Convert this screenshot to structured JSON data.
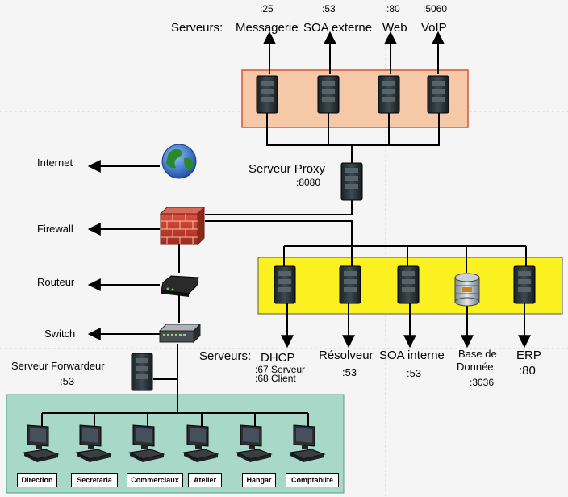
{
  "top_servers": {
    "group_label": "Serveurs:",
    "items": [
      {
        "name": "Messagerie",
        "port": ":25"
      },
      {
        "name": "SOA externe",
        "port": ":53"
      },
      {
        "name": "Web",
        "port": ":80"
      },
      {
        "name": "VoIP",
        "port": ":5060"
      }
    ]
  },
  "proxy": {
    "name": "Serveur Proxy",
    "port": ":8080"
  },
  "left_chain": [
    "Internet",
    "Firewall",
    "Routeur",
    "Switch"
  ],
  "forwarder": {
    "name": "Serveur Forwardeur",
    "port": ":53"
  },
  "internal_servers": {
    "group_label": "Serveurs:",
    "dhcp": {
      "name": "DHCP",
      "line1": ":67 Serveur",
      "line2": ":68 Client"
    },
    "resolveur": {
      "name": "Résolveur",
      "port": ":53"
    },
    "soa_interne": {
      "name": "SOA interne",
      "port": ":53"
    },
    "bdd": {
      "name_line1": "Base de",
      "name_line2": "Donnée",
      "port": ":3036"
    },
    "erp": {
      "name": "ERP",
      "port": ":80"
    }
  },
  "workstations": [
    "Direction",
    "Secretaria",
    "Commerciaux",
    "Atelier",
    "Hangar",
    "Comptablité"
  ],
  "colors": {
    "dmz_box": "#f5c8a8",
    "lan_box": "#fbf020",
    "ws_box": "#a8d8c8",
    "firewall": "#c84030",
    "globe_land": "#2a8a2a",
    "globe_sea": "#3a7ad0"
  }
}
